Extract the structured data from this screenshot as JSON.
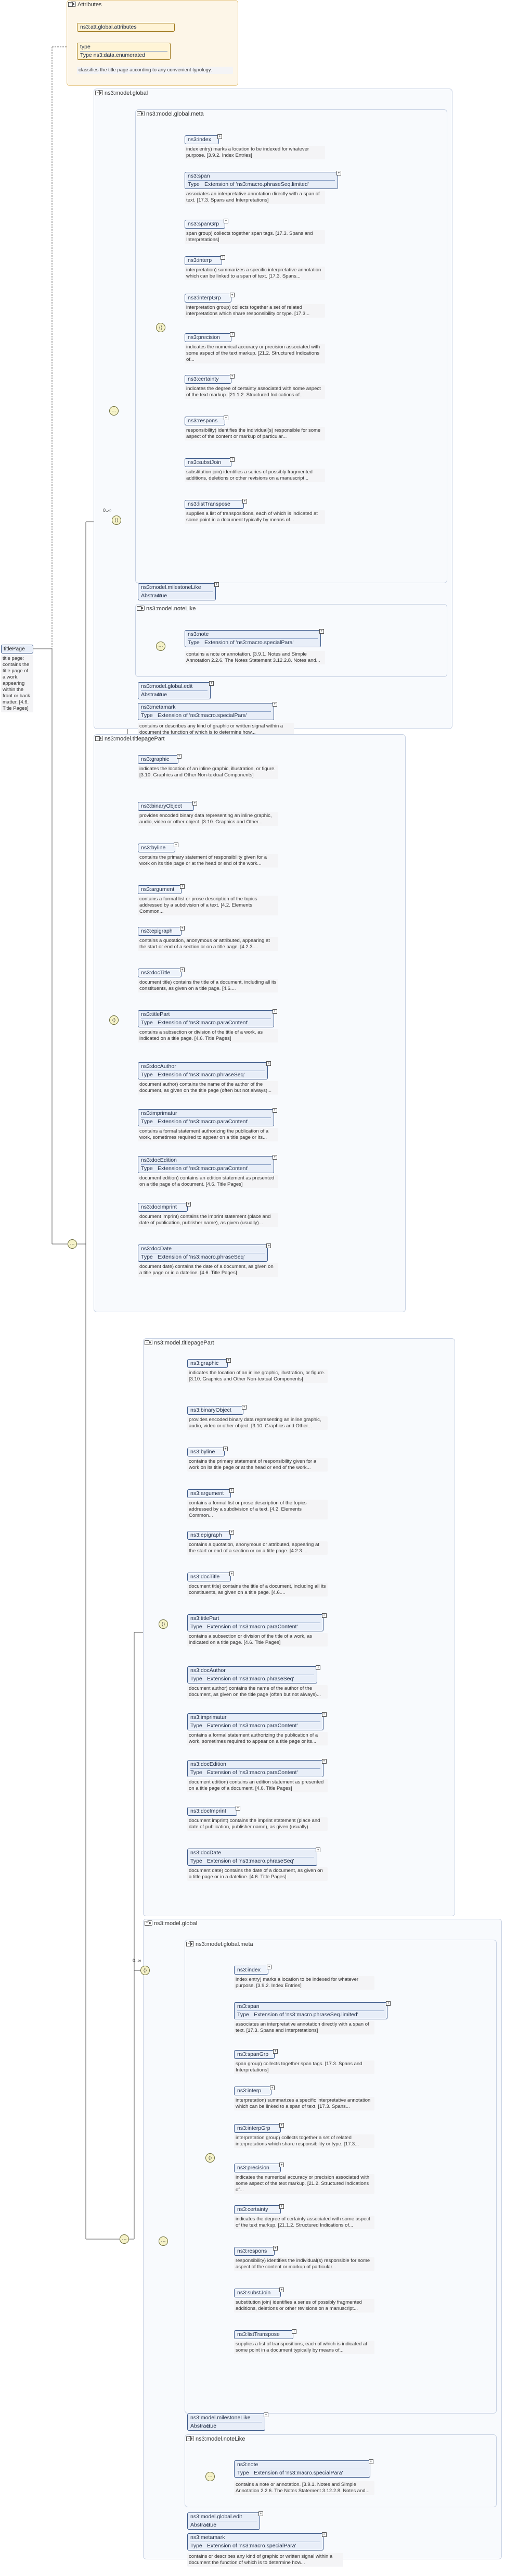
{
  "root": {
    "name": "titlePage",
    "doc": "title page: contains the title page of a work, appearing within the front or back matter. [4.6. Title Pages]"
  },
  "attributes": {
    "title": "Attributes",
    "group_name": "ns3:att.global.attributes",
    "type_name": "type",
    "type_type": "Type ns3:data.enumerated",
    "type_doc": "classifies the title page according to any convenient typology."
  },
  "labels": {
    "type_prefix": "Type",
    "abstract_prefix": "Abstract",
    "abstract_true": "true",
    "model_global": "ns3:model.global",
    "model_global_meta": "ns3:model.global.meta",
    "model_titlepagepart": "ns3:model.titlepagePart",
    "model_noteLike": "ns3:model.noteLike",
    "card_0_inf": "0..∞"
  },
  "meta_elements": [
    {
      "name": "ns3:index",
      "type": "",
      "doc": "index entry) marks a location to be indexed for whatever purpose. [3.9.2. Index Entries]"
    },
    {
      "name": "ns3:span",
      "type": "Extension of 'ns3:macro.phraseSeq.limited'",
      "doc": "associates an interpretative annotation directly with a span of text. [17.3. Spans and Interpretations]"
    },
    {
      "name": "ns3:spanGrp",
      "type": "",
      "doc": "span group) collects together span tags. [17.3. Spans and Interpretations]"
    },
    {
      "name": "ns3:interp",
      "type": "",
      "doc": "interpretation) summarizes a specific interpretative annotation which can be linked to a span of text. [17.3. Spans..."
    },
    {
      "name": "ns3:interpGrp",
      "type": "",
      "doc": "interpretation group) collects together a set of related interpretations which share responsibility or type. [17.3..."
    },
    {
      "name": "ns3:precision",
      "type": "",
      "doc": "indicates the numerical accuracy or precision associated with some aspect of the text markup. [21.2. Structured Indications of..."
    },
    {
      "name": "ns3:certainty",
      "type": "",
      "doc": "indicates the degree of certainty associated with some aspect of the text markup. [21.1.2. Structured Indications of..."
    },
    {
      "name": "ns3:respons",
      "type": "",
      "doc": "responsibility) identifies the individual(s) responsible for some aspect of the content or markup of particular..."
    },
    {
      "name": "ns3:substJoin",
      "type": "",
      "doc": "substitution join) identifies a series of possibly fragmented additions, deletions or other revisions on a manuscript..."
    },
    {
      "name": "ns3:listTranspose",
      "type": "",
      "doc": "supplies a list of transpositions, each of which is indicated at some point in a document typically by means of..."
    }
  ],
  "global_extra": [
    {
      "name": "ns3:model.milestoneLike",
      "type": "Abstract true"
    },
    {
      "name": "ns3:note",
      "type": "Extension of 'ns3:macro.specialPara'",
      "doc": "contains a note or annotation. [3.9.1. Notes and Simple Annotation 2.2.6. The Notes Statement 3.12.2.8. Notes and..."
    },
    {
      "name": "ns3:model.global.edit",
      "type": "Abstract true"
    },
    {
      "name": "ns3:metamark",
      "type": "Extension of 'ns3:macro.specialPara'",
      "doc": "contains or describes any kind of graphic or written signal within a document the function of which is to determine how..."
    }
  ],
  "tpp_elements": [
    {
      "name": "ns3:graphic",
      "type": "",
      "doc": "indicates the location of an inline graphic, illustration, or figure. [3.10. Graphics and Other Non-textual Components]"
    },
    {
      "name": "ns3:binaryObject",
      "type": "",
      "doc": "provides encoded binary data representing an inline graphic, audio, video or other object. [3.10. Graphics and Other..."
    },
    {
      "name": "ns3:byline",
      "type": "",
      "doc": "contains the primary statement of responsibility given for a work on its title page or at the head or end of the work..."
    },
    {
      "name": "ns3:argument",
      "type": "",
      "doc": "contains a formal list or prose description of the topics addressed by a subdivision of a text. [4.2. Elements Common..."
    },
    {
      "name": "ns3:epigraph",
      "type": "",
      "doc": "contains a quotation, anonymous or attributed, appearing at the start or end of a section or on a title page. [4.2.3...."
    },
    {
      "name": "ns3:docTitle",
      "type": "",
      "doc": "document title) contains the title of a document, including all its constituents, as given on a title page. [4.6...."
    },
    {
      "name": "ns3:titlePart",
      "type": "Extension of 'ns3:macro.paraContent'",
      "doc": "contains a subsection or division of the title of a work, as indicated on a title page. [4.6. Title Pages]"
    },
    {
      "name": "ns3:docAuthor",
      "type": "Extension of 'ns3:macro.phraseSeq'",
      "doc": "document author) contains the name of the author of the document, as given on the title page (often but not always)..."
    },
    {
      "name": "ns3:imprimatur",
      "type": "Extension of 'ns3:macro.paraContent'",
      "doc": "contains a formal statement authorizing the publication of a work, sometimes required to appear on a title page or its..."
    },
    {
      "name": "ns3:docEdition",
      "type": "Extension of 'ns3:macro.paraContent'",
      "doc": "document edition) contains an edition statement as presented on a title page of a document. [4.6. Title Pages]"
    },
    {
      "name": "ns3:docImprint",
      "type": "",
      "doc": "document imprint) contains the imprint statement (place and date of publication, publisher name), as given (usually)..."
    },
    {
      "name": "ns3:docDate",
      "type": "Extension of 'ns3:macro.phraseSeq'",
      "doc": "document date) contains the date of a document, as given on a title page or in a dateline. [4.6. Title Pages]"
    }
  ]
}
